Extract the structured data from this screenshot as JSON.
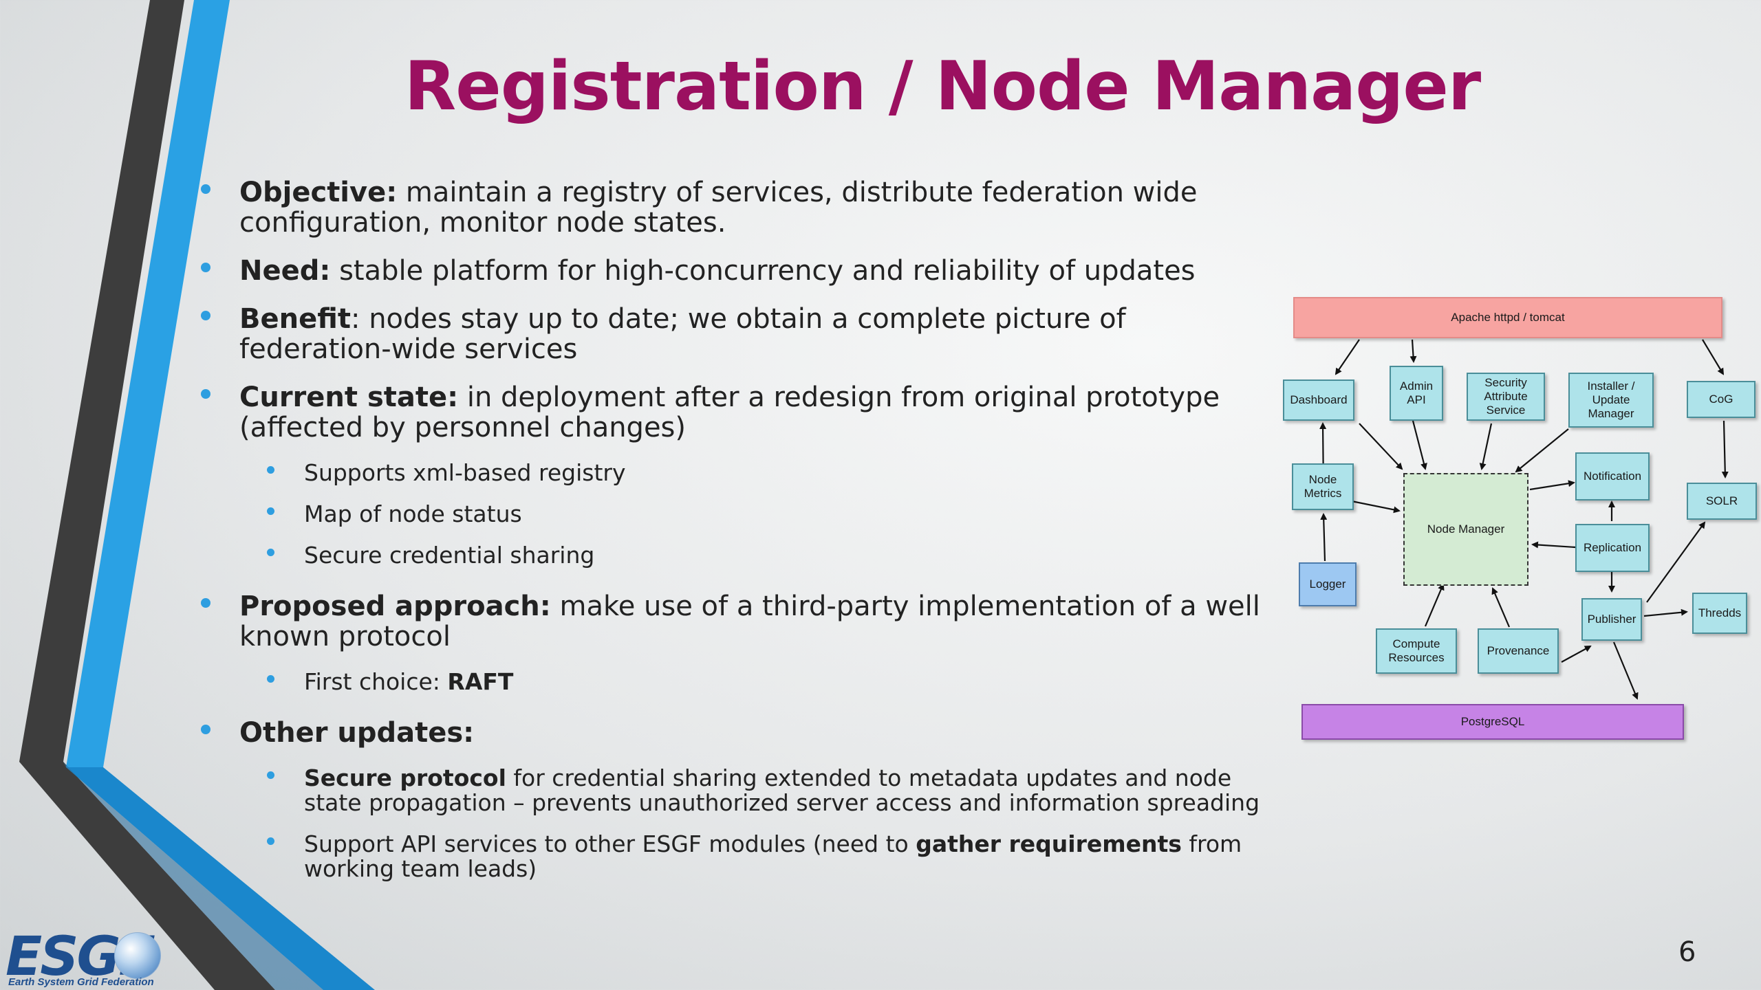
{
  "slide": {
    "title": "Registration / Node Manager",
    "page_number": "6",
    "colors": {
      "title": "#9b1060",
      "bullet": "#2e9ee0",
      "accent_blue": "#2aa1e4",
      "accent_dark": "#3a3a3a"
    }
  },
  "bullets": {
    "objective": {
      "label": "Objective:",
      "text": " maintain a registry of services, distribute federation wide configuration, monitor node states."
    },
    "need": {
      "label": "Need:",
      "text": " stable platform for high-concurrency and reliability of updates"
    },
    "benefit": {
      "label": "Benefit",
      "text": ":  nodes stay up to date; we obtain a complete picture of federation-wide services"
    },
    "current": {
      "label": "Current state:",
      "text": " in deployment after a redesign from original prototype (affected by personnel changes)",
      "sub": [
        "Supports xml-based registry",
        "Map of node status",
        "Secure credential sharing"
      ]
    },
    "proposed": {
      "label": "Proposed approach:",
      "text": " make use of a third-party implementation of a well known protocol",
      "sub_prefix": "First choice: ",
      "sub_bold": "RAFT"
    },
    "other": {
      "label": "Other updates:",
      "sub1_bold": "Secure protocol",
      "sub1_text": " for credential sharing extended to metadata updates and node state propagation – prevents unauthorized server access and information spreading",
      "sub2_pre": "Support API services to other ESGF modules (need to ",
      "sub2_bold": "gather requirements",
      "sub2_post": " from working team leads)"
    }
  },
  "diagram": {
    "apache": "Apache httpd / tomcat",
    "dashboard": "Dashboard",
    "admin_api": "Admin API",
    "security": "Security Attribute Service",
    "installer": "Installer / Update Manager",
    "cog": "CoG",
    "node_metrics": "Node Metrics",
    "notification": "Notification",
    "solr": "SOLR",
    "node_manager": "Node Manager",
    "replication": "Replication",
    "logger": "Logger",
    "publisher": "Publisher",
    "thredds": "Thredds",
    "compute": "Compute Resources",
    "provenance": "Provenance",
    "postgresql": "PostgreSQL"
  },
  "logo": {
    "name": "ESGF",
    "subtitle": "Earth System Grid Federation"
  }
}
